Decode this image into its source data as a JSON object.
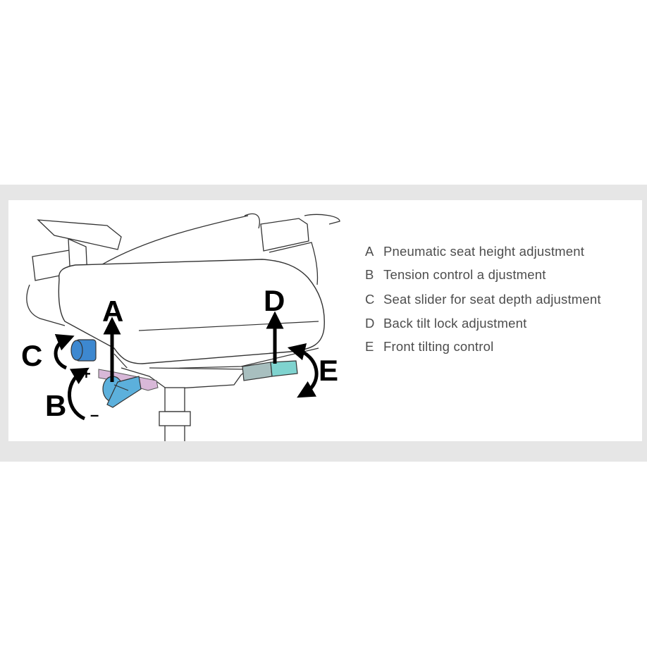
{
  "diagram": {
    "callouts": {
      "a": "A",
      "b": "B",
      "c": "C",
      "d": "D",
      "e": "E",
      "plus": "+",
      "minus": "–"
    },
    "part_colors": {
      "a_lever": "#d8b8d8",
      "b_knob": "#5cb0dc",
      "c_knob": "#3d88d0",
      "d_lever_grey": "#a8bfbf",
      "e_lever_teal": "#7fd3cf"
    }
  },
  "legend": [
    {
      "key": "A",
      "text": "Pneumatic seat height adjustment"
    },
    {
      "key": "B",
      "text": "Tension control a djustment"
    },
    {
      "key": "C",
      "text": "Seat slider for seat depth adjustment"
    },
    {
      "key": "D",
      "text": "Back tilt lock adjustment"
    },
    {
      "key": "E",
      "text": "Front tilting control"
    }
  ]
}
